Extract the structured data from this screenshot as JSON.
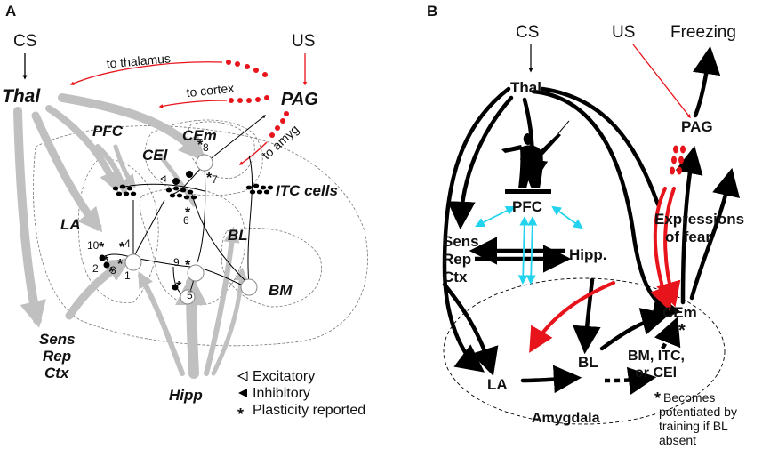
{
  "panel_a": {
    "letter": "A",
    "cs": "CS",
    "us": "US",
    "thal": "Thal",
    "pag": "PAG",
    "to_thalamus": "to thalamus",
    "to_cortex": "to cortex",
    "to_amyg": "to amyg",
    "pfc": "PFC",
    "cel": "CEl",
    "cem": "CEm",
    "itc": "ITC cells",
    "la": "LA",
    "bl": "BL",
    "bm": "BM",
    "sens": "Sens",
    "rep": "Rep",
    "ctx": "Ctx",
    "hipp": "Hipp",
    "nums": [
      "1",
      "2",
      "3",
      "4",
      "5",
      "6",
      "7",
      "8",
      "9",
      "10"
    ],
    "legend": {
      "excitatory": "Excitatory",
      "inhibitory": "Inhibitory",
      "plasticity": "Plasticity reported"
    }
  },
  "panel_b": {
    "letter": "B",
    "cs": "CS",
    "us": "US",
    "freezing": "Freezing",
    "thal": "Thal.",
    "pag": "PAG",
    "pfc": "PFC",
    "sens": "Sens",
    "rep": "Rep",
    "ctx": "Ctx",
    "hipp": "Hipp.",
    "expr1": "Expressions",
    "expr2": "of fear",
    "cem": "CEm",
    "bl": "BL",
    "la": "LA",
    "bm1": "BM, ITC,",
    "bm2": "or CEl",
    "amygdala": "Amygdala",
    "note1": "Becomes",
    "note2": "potentiated by",
    "note3": "training if BL",
    "note4": "absent"
  },
  "colors": {
    "red": "#e8141b",
    "gray": "#c0c0c0",
    "cyan": "#23d3ee",
    "black": "#000000"
  }
}
